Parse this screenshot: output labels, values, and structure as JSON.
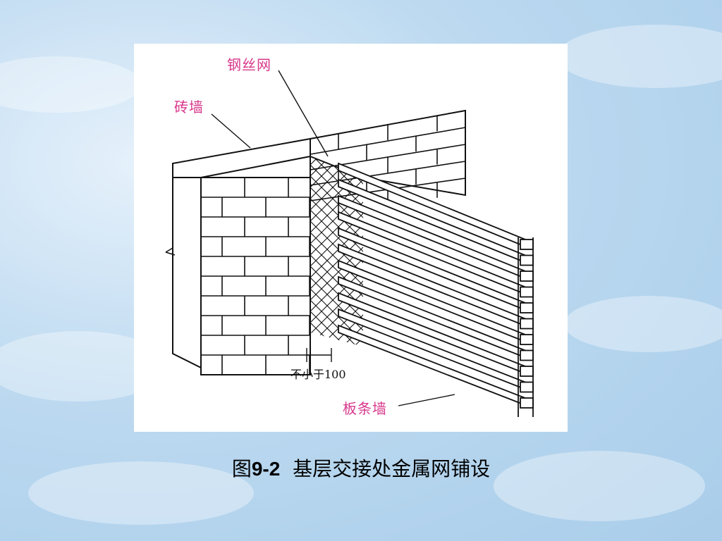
{
  "diagram": {
    "labels": {
      "steel_mesh": "钢丝网",
      "brick_wall": "砖墙",
      "min_overlap": "不小于100",
      "lath_wall": "板条墙"
    }
  },
  "caption": {
    "prefix": "图",
    "number": "9-2",
    "text": "基层交接处金属网铺设"
  },
  "colors": {
    "label_accent": "#d8388c",
    "background": "#b6d6ee"
  }
}
